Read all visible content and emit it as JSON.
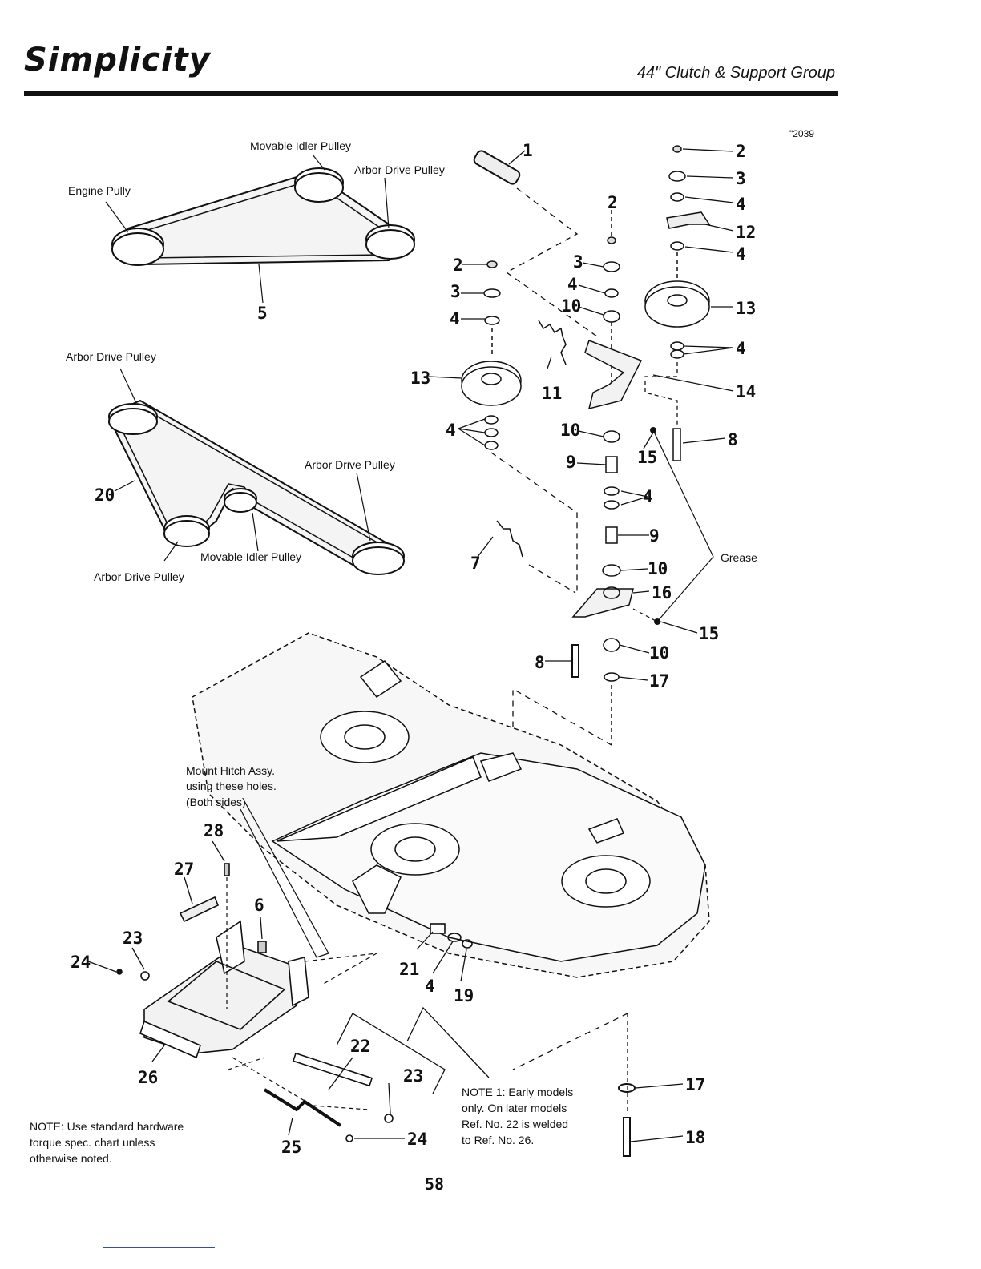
{
  "header": {
    "brand": "Simplicity",
    "section_title": "44\" Clutch & Support Group",
    "ref_code": "\"2039"
  },
  "belt_diagram_1": {
    "movable_idler": "Movable Idler Pulley",
    "arbor_drive": "Arbor Drive Pulley",
    "engine": "Engine Pully",
    "belt_ref": "5"
  },
  "belt_diagram_2": {
    "arbor_drive_top": "Arbor Drive Pulley",
    "arbor_drive_right": "Arbor Drive Pulley",
    "arbor_drive_bottom": "Arbor Drive Pulley",
    "movable_idler": "Movable Idler Pulley",
    "belt_ref": "20"
  },
  "callouts": {
    "grease": "Grease",
    "mount_hitch": [
      "Mount Hitch Assy.",
      "using these holes.",
      "(Both sides)"
    ]
  },
  "parts": [
    {
      "id": "p1",
      "num": "1"
    },
    {
      "id": "p2a",
      "num": "2"
    },
    {
      "id": "p3a",
      "num": "3"
    },
    {
      "id": "p4a",
      "num": "4"
    },
    {
      "id": "p12",
      "num": "12"
    },
    {
      "id": "p4b",
      "num": "4"
    },
    {
      "id": "p13a",
      "num": "13"
    },
    {
      "id": "p4c",
      "num": "4"
    },
    {
      "id": "p14",
      "num": "14"
    },
    {
      "id": "p8a",
      "num": "8"
    },
    {
      "id": "p2b",
      "num": "2"
    },
    {
      "id": "p3b",
      "num": "3"
    },
    {
      "id": "p4d",
      "num": "4"
    },
    {
      "id": "p10a",
      "num": "10"
    },
    {
      "id": "p2c",
      "num": "2"
    },
    {
      "id": "p3c",
      "num": "3"
    },
    {
      "id": "p4e",
      "num": "4"
    },
    {
      "id": "p13b",
      "num": "13"
    },
    {
      "id": "p11",
      "num": "11"
    },
    {
      "id": "p4f",
      "num": "4"
    },
    {
      "id": "p10b",
      "num": "10"
    },
    {
      "id": "p9a",
      "num": "9"
    },
    {
      "id": "p15a",
      "num": "15"
    },
    {
      "id": "p4g",
      "num": "4"
    },
    {
      "id": "p9b",
      "num": "9"
    },
    {
      "id": "p10c",
      "num": "10"
    },
    {
      "id": "p7",
      "num": "7"
    },
    {
      "id": "p16",
      "num": "16"
    },
    {
      "id": "p15b",
      "num": "15"
    },
    {
      "id": "p8b",
      "num": "8"
    },
    {
      "id": "p10d",
      "num": "10"
    },
    {
      "id": "p17a",
      "num": "17"
    },
    {
      "id": "p28",
      "num": "28"
    },
    {
      "id": "p27",
      "num": "27"
    },
    {
      "id": "p6",
      "num": "6"
    },
    {
      "id": "p23a",
      "num": "23"
    },
    {
      "id": "p24a",
      "num": "24"
    },
    {
      "id": "p21",
      "num": "21"
    },
    {
      "id": "p4h",
      "num": "4"
    },
    {
      "id": "p19",
      "num": "19"
    },
    {
      "id": "p26",
      "num": "26"
    },
    {
      "id": "p22",
      "num": "22"
    },
    {
      "id": "p23b",
      "num": "23"
    },
    {
      "id": "p25",
      "num": "25"
    },
    {
      "id": "p24b",
      "num": "24"
    },
    {
      "id": "p17b",
      "num": "17"
    },
    {
      "id": "p18",
      "num": "18"
    }
  ],
  "notes": {
    "hardware": [
      "NOTE: Use standard hardware",
      "torque spec. chart unless",
      "otherwise noted."
    ],
    "note1": [
      "NOTE 1: Early models",
      "only. On later models",
      "Ref. No. 22 is welded",
      "to Ref. No. 26."
    ]
  },
  "page_number": "58"
}
